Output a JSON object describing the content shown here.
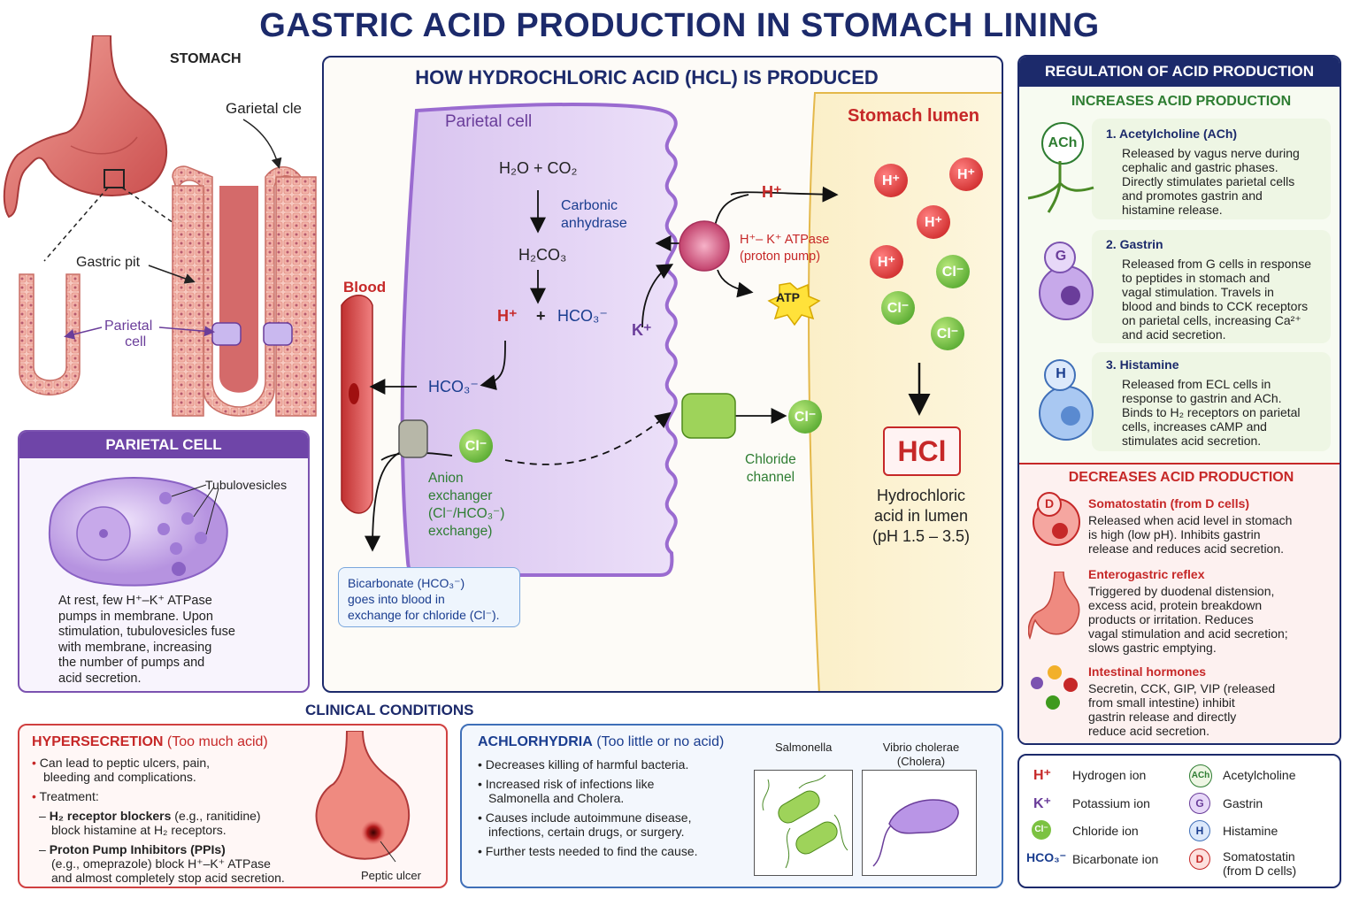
{
  "title": "GASTRIC ACID PRODUCTION IN STOMACH LINING",
  "anatomy": {
    "stomach_label": "STOMACH",
    "parietal_cle_label": "Garietal cle",
    "gastric_pit_label": "Gastric pit",
    "parietal_cell_label_1": "Parietal",
    "parietal_cell_label_2": "cell"
  },
  "parietal_box": {
    "header": "PARIETAL CELL",
    "tubulovesicles": "Tubulovesicles",
    "lines": [
      "At rest, few H⁺–K⁺ ATPase",
      "pumps in membrane. Upon",
      "stimulation, tubulovesicles fuse",
      "with membrane, increasing",
      "the number of pumps and",
      "acid secretion."
    ]
  },
  "mechanism": {
    "header": "HOW HYDROCHLORIC ACID (HCL) IS PRODUCED",
    "parietal_cell": "Parietal cell",
    "stomach_lumen": "Stomach lumen",
    "blood": "Blood",
    "h2o_co2": "H₂O + CO₂",
    "carbonic_1": "Carbonic",
    "carbonic_2": "anhydrase",
    "h2co3": "H₂CO₃",
    "h_plus": "H⁺",
    "plus": "+",
    "hco3_minus": "HCO₃⁻",
    "hco3_left": "HCO₃⁻",
    "k_plus": "K⁺",
    "h_lumen": "H⁺",
    "pump_1": "H⁺– K⁺ ATPase",
    "pump_2": "(proton pump)",
    "atp": "ATP",
    "cl_ion": "Cl⁻",
    "anion": [
      "Anion",
      "exchanger",
      "(Cl⁻/HCO₃⁻)",
      "exchange)"
    ],
    "chloride": [
      "Chloride",
      "channel"
    ],
    "hcl": "HCl",
    "hcl_desc": [
      "Hydrochloric",
      "acid in lumen",
      "(pH 1.5 – 3.5)"
    ],
    "bicarb_note": [
      "Bicarbonate (HCO₃⁻)",
      "goes into blood in",
      "exchange for chloride (Cl⁻)."
    ],
    "ion_h": "H⁺",
    "ion_cl": "Cl⁻"
  },
  "regulation": {
    "header": "REGULATION OF ACID PRODUCTION",
    "increase_header": "INCREASES ACID PRODUCTION",
    "ach_icon": "ACh",
    "g_icon": "G",
    "h_icon": "H",
    "d_icon": "D",
    "ach_title": "1. Acetylcholine (ACh)",
    "ach_desc": [
      "Released by vagus nerve during",
      "cephalic and gastric phases.",
      "Directly stimulates parietal cells",
      "and promotes gastrin and",
      "histamine release."
    ],
    "gastrin_title": "2. Gastrin",
    "gastrin_desc": [
      "Released from G cells in response",
      "to peptides in stomach and",
      "vagal stimulation. Travels in",
      "blood and binds to CCK receptors",
      "on parietal cells, increasing Ca²⁺",
      "and acid secretion."
    ],
    "histamine_title": "3. Histamine",
    "histamine_desc": [
      "Released from ECL cells in",
      "response to gastrin and ACh.",
      "Binds to H₂ receptors on parietal",
      "cells, increases cAMP and",
      "stimulates acid secretion."
    ],
    "decrease_header": "DECREASES ACID PRODUCTION",
    "somato_title": "Somatostatin (from D cells)",
    "somato_desc": [
      "Released when acid level in stomach",
      "is high (low pH). Inhibits gastrin",
      "release and reduces acid secretion."
    ],
    "entero_title": "Enterogastric reflex",
    "entero_desc": [
      "Triggered by duodenal distension,",
      "excess acid, protein breakdown",
      "products or irritation. Reduces",
      "vagal stimulation and acid secretion;",
      "slows gastric emptying."
    ],
    "intest_title": "Intestinal hormones",
    "intest_desc": [
      "Secretin, CCK, GIP, VIP (released",
      "from small intestine) inhibit",
      "gastrin release and directly",
      "reduce acid secretion."
    ]
  },
  "clinical": {
    "header": "CLINICAL CONDITIONS",
    "hyper_title": "HYPERSECRETION",
    "hyper_sub": "(Too much acid)",
    "hyper_b1": [
      "Can lead to peptic ulcers, pain,",
      "bleeding and complications."
    ],
    "hyper_b2": "Treatment:",
    "h2_bold": "H₂ receptor blockers",
    "h2_rest": " (e.g., ranitidine)",
    "h2_line2": "block histamine at H₂ receptors.",
    "ppi_bold": "Proton Pump Inhibitors (PPIs)",
    "ppi_lines": [
      "(e.g., omeprazole) block H⁺–K⁺ ATPase",
      "and almost completely stop acid secretion."
    ],
    "peptic_ulcer": "Peptic ulcer",
    "achlor_title": "ACHLORHYDRIA",
    "achlor_sub": "(Too little or no acid)",
    "achlor_b": [
      "Decreases killing of harmful bacteria.",
      "Increased risk of infections like",
      "Salmonella and Cholera.",
      "Causes include autoimmune disease,",
      "infections, certain drugs, or surgery.",
      "Further tests needed to find the cause."
    ],
    "salmonella": "Salmonella",
    "vibrio_1": "Vibrio cholerae",
    "vibrio_2": "(Cholera)"
  },
  "legend": {
    "items": [
      {
        "sym": "H⁺",
        "name": "Hydrogen ion"
      },
      {
        "sym": "K⁺",
        "name": "Potassium ion"
      },
      {
        "sym": "Cl⁻",
        "name": "Chloride ion"
      },
      {
        "sym": "HCO₃⁻",
        "name": "Bicarbonate ion"
      },
      {
        "sym": "ACh",
        "name": "Acetylcholine"
      },
      {
        "sym": "G",
        "name": "Gastrin"
      },
      {
        "sym": "H",
        "name": "Histamine"
      },
      {
        "sym": "D",
        "name": "Somatostatin"
      },
      {
        "sym": "",
        "name": "(from D cells)"
      }
    ]
  },
  "colors": {
    "title": "#1c2a6b",
    "purple": "#6a3d9a",
    "red": "#c62828",
    "green": "#2e7d32",
    "blue": "#1a3d8f"
  }
}
